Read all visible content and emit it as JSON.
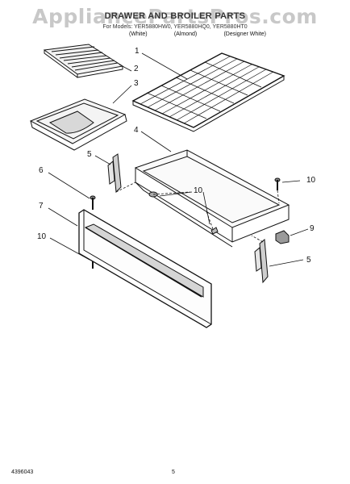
{
  "watermark": "AppliancePartsPros.com",
  "header": {
    "title": "DRAWER AND BROILER PARTS",
    "models": "For Models: YER5880HW0, YER5880HQ0, YER5880HT0",
    "variants": [
      "(White)",
      "(Almond)",
      "(Designer White)"
    ]
  },
  "callouts": [
    {
      "id": "c1",
      "label": "1"
    },
    {
      "id": "c2",
      "label": "2"
    },
    {
      "id": "c3",
      "label": "3"
    },
    {
      "id": "c4",
      "label": "4"
    },
    {
      "id": "c5a",
      "label": "5"
    },
    {
      "id": "c5b",
      "label": "5"
    },
    {
      "id": "c6",
      "label": "6"
    },
    {
      "id": "c7",
      "label": "7"
    },
    {
      "id": "c9",
      "label": "9"
    },
    {
      "id": "c10a",
      "label": "10"
    },
    {
      "id": "c10b",
      "label": "10"
    },
    {
      "id": "c10c",
      "label": "10"
    }
  ],
  "footer": {
    "doc_number": "4396043",
    "page_number": "5"
  }
}
